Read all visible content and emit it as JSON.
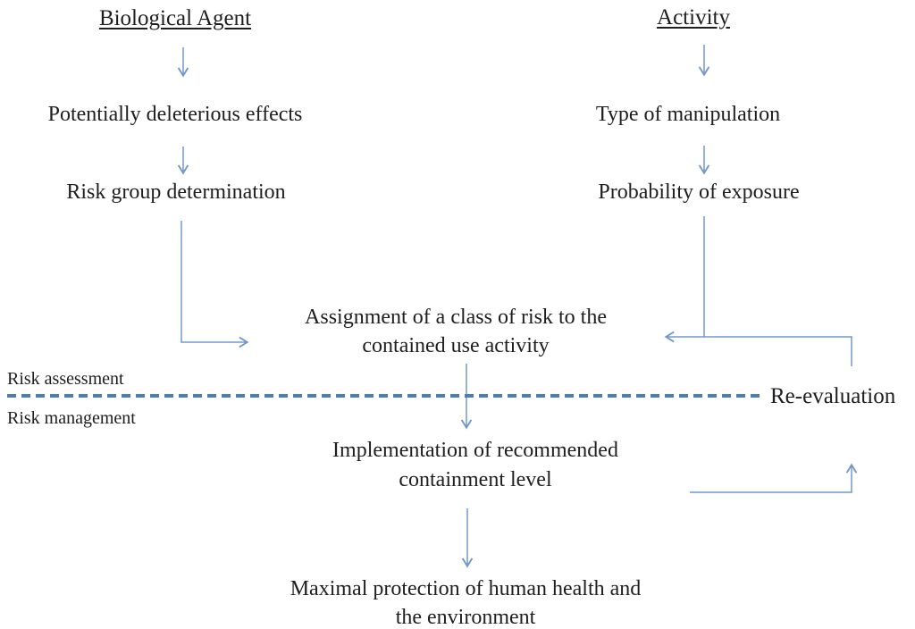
{
  "title": "Contained use risk assessment flowchart",
  "colors": {
    "background": "#ffffff",
    "text": "#1e1e1e",
    "connector_blue": "#7298cb",
    "divider_blue": "#4d7cba"
  },
  "left_column": {
    "heading": "Biological Agent",
    "step1": "Potentially deleterious effects",
    "step2": "Risk group determination"
  },
  "right_column": {
    "heading": "Activity",
    "step1": "Type of manipulation",
    "step2": "Probability of exposure"
  },
  "center_flow": {
    "assignment": {
      "line1": "Assignment of a class of risk to the",
      "line2": "contained use activity"
    },
    "implementation": {
      "line1": "Implementation of recommended",
      "line2": "containment level"
    },
    "outcome": {
      "line1": "Maximal protection of human health and",
      "line2": "the environment"
    }
  },
  "divider": {
    "label_above": "Risk assessment",
    "label_below": "Risk management"
  },
  "re_evaluation_label": "Re-evaluation"
}
